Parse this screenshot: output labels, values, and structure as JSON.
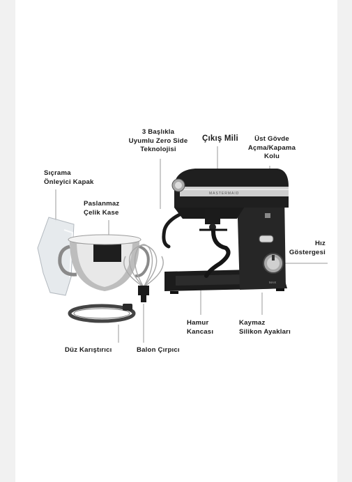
{
  "brand": "MASTERMAID",
  "speed_max": "MAX",
  "labels": {
    "head_tech": [
      "3 Başlıkla",
      "Uyumlu Zero Side",
      "Teknolojisi"
    ],
    "output_shaft": [
      "Çıkış Mili"
    ],
    "top_body": [
      "Üst Gövde",
      "Açma/Kapama",
      "Kolu"
    ],
    "splash_cover": [
      "Sıçrama",
      "Önleyici Kapak"
    ],
    "steel_bowl": [
      "Paslanmaz",
      "Çelik Kase"
    ],
    "speed_indicator": [
      "Hız",
      "Göstergesi"
    ],
    "dough_hook": [
      "Hamur",
      "Kancası"
    ],
    "silicone_feet": [
      "Kaymaz",
      "Silikon Ayakları"
    ],
    "flat_beater": [
      "Düz Karıştırıcı"
    ],
    "balloon_whisk": [
      "Balon Çırpıcı"
    ]
  },
  "colors": {
    "body": "#232323",
    "chrome": "#c9c9c9",
    "accent": "#111111"
  }
}
